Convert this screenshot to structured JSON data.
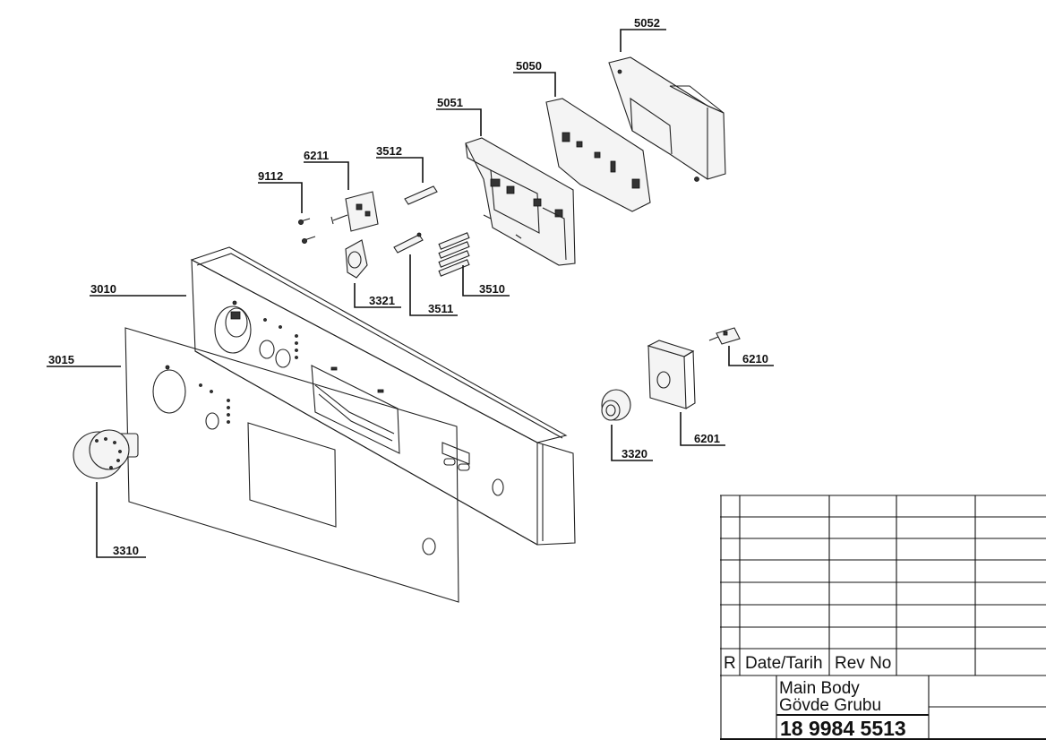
{
  "labels": {
    "p5052": "5052",
    "p5050": "5050",
    "p5051": "5051",
    "p6211": "6211",
    "p3512": "3512",
    "p9112": "9112",
    "p3010": "3010",
    "p3321": "3321",
    "p3511": "3511",
    "p3510": "3510",
    "p3015": "3015",
    "p6210": "6210",
    "p6201": "6201",
    "p3320": "3320",
    "p3310": "3310"
  },
  "title_block": {
    "rev_marker": "R",
    "date_header": "Date/Tarih",
    "rev_header": "Rev No",
    "title_line1": "Main Body",
    "title_line2": "Gövde Grubu",
    "part_number": "18 9984 5513"
  }
}
